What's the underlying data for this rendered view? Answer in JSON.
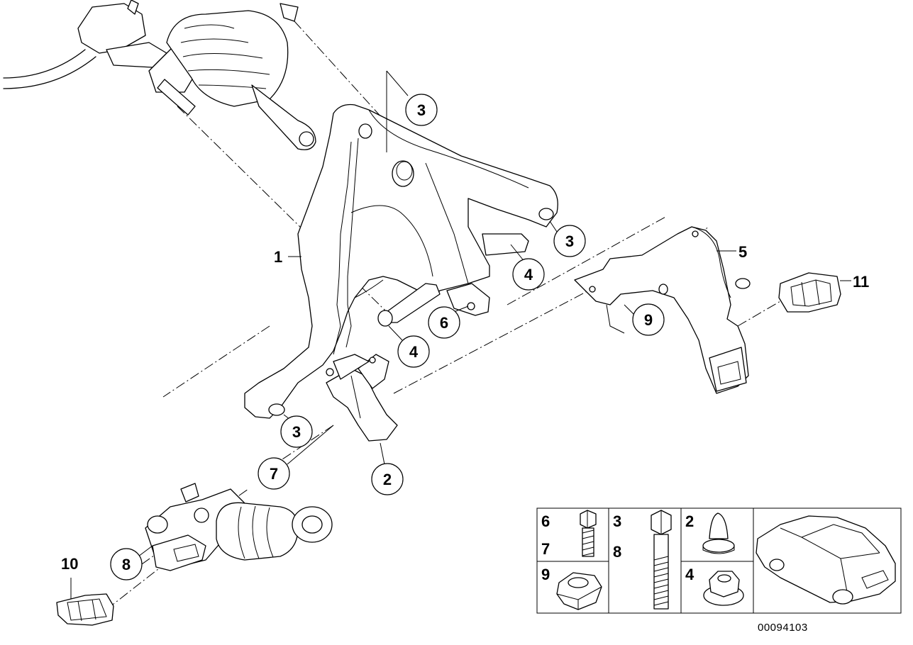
{
  "drawing_number": "00094103",
  "labels": {
    "part_1": "1",
    "part_2": "2",
    "part_3a": "3",
    "part_3b": "3",
    "part_3c": "3",
    "part_4a": "4",
    "part_4b": "4",
    "part_5": "5",
    "part_6": "6",
    "part_7": "7",
    "part_8": "8",
    "part_9": "9",
    "part_10": "10",
    "part_11": "11"
  },
  "legend": {
    "cell_bolt_small": [
      "6",
      "7"
    ],
    "cell_bolt_long": [
      "3",
      "8"
    ],
    "cell_rivet": [
      "2"
    ],
    "cell_nut": [
      "9"
    ],
    "cell_flange_nut": [
      "4"
    ]
  },
  "icons": [
    "bolt-icon",
    "rivet-icon",
    "nut-icon",
    "flange-nut-icon",
    "car-silhouette-icon"
  ]
}
